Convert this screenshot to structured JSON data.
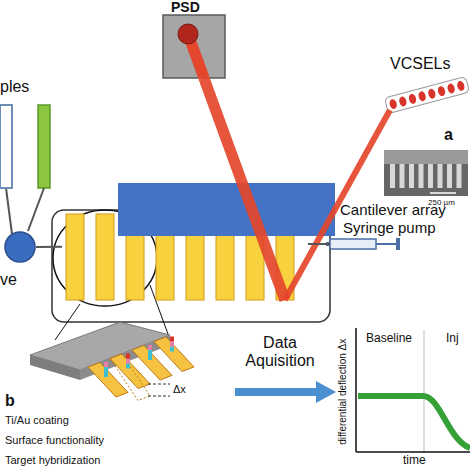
{
  "diagram": {
    "nodes": [
      {
        "text": [
          "PSD"
        ]
      },
      {
        "text": [
          "ples"
        ]
      },
      {
        "text": [
          "VCSELs"
        ]
      },
      {
        "text": [
          "Cantilever array"
        ]
      },
      {
        "text": [
          "Syringe pump"
        ]
      },
      {
        "text": [
          "ve"
        ]
      }
    ],
    "edges": [
      {
        "from": 2,
        "to": 3,
        "arrow": "none"
      },
      {
        "from": 3,
        "to": 0,
        "arrow": "none"
      },
      {
        "from": 1,
        "to": 5,
        "arrow": "none"
      },
      {
        "from": 5,
        "to": 3,
        "arrow": "none"
      },
      {
        "from": 4,
        "to": 3,
        "arrow": "none"
      }
    ],
    "labels": [
      "a",
      "250 µm",
      "b",
      "Δx",
      "Ti/Au coating",
      "Surface functionality",
      "Target hybridization",
      "Data Aquisition",
      "differential deflection Δx",
      "time",
      "Baseline",
      "Inj"
    ]
  }
}
